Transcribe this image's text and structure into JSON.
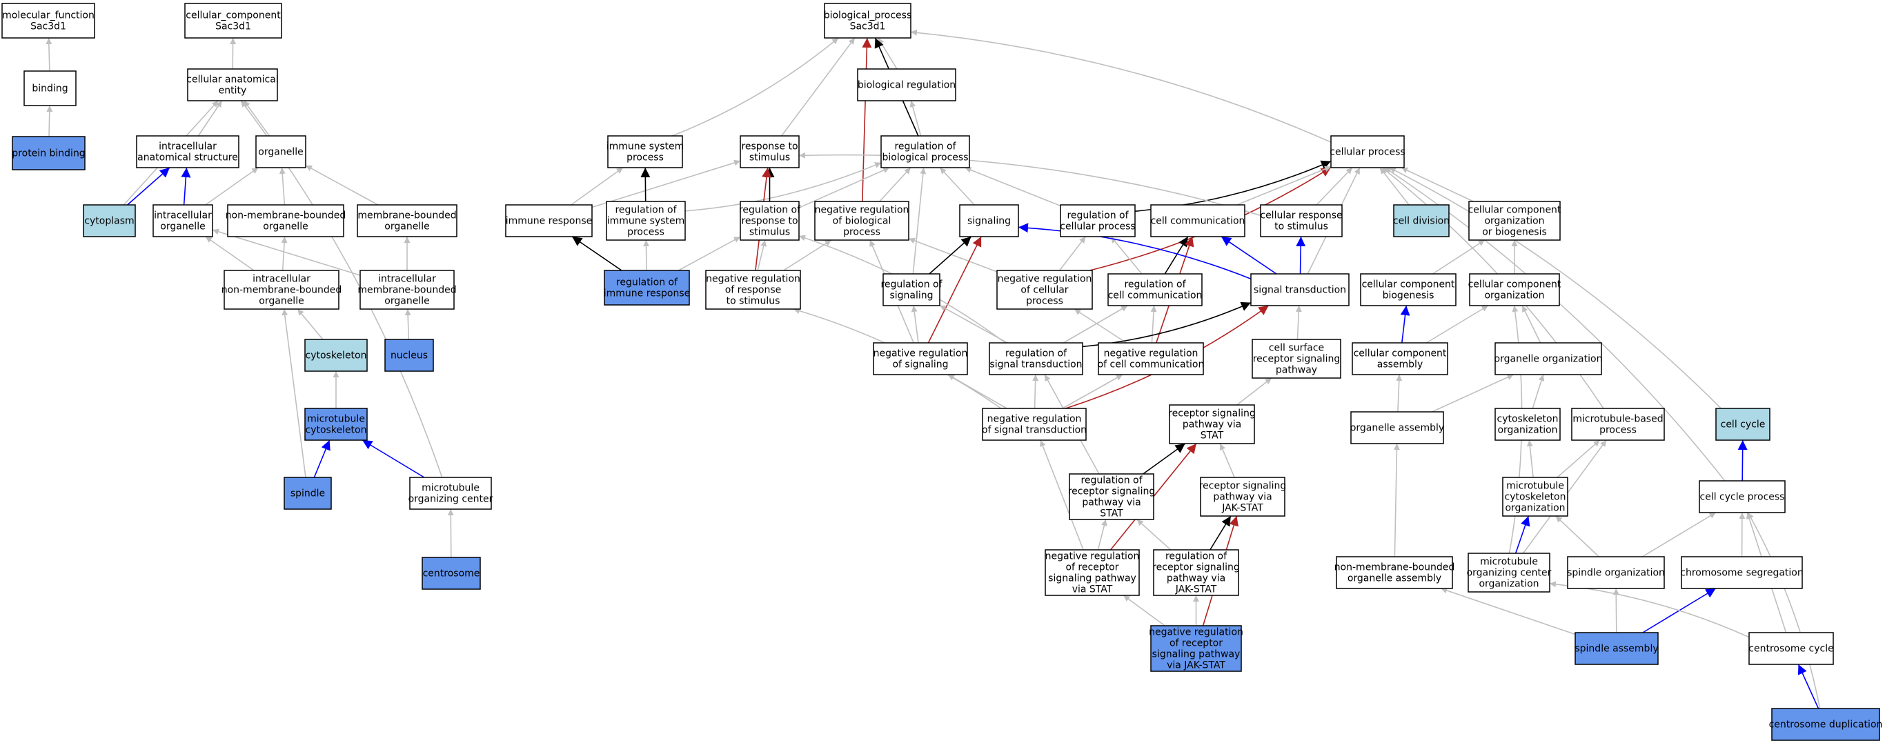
{
  "colors": {
    "plain": "#ffffff",
    "light": "#add8e6",
    "query": "#6495ed",
    "isa": "#bfbfbf",
    "part_of": "#0000ff",
    "regulates": "#000000",
    "neg_regulates": "#b22222"
  },
  "nodes": [
    {
      "id": "mf",
      "lines": [
        "molecular_function",
        "Sac3d1"
      ],
      "style": "plain"
    },
    {
      "id": "cc",
      "lines": [
        "cellular_component",
        "Sac3d1"
      ],
      "style": "plain"
    },
    {
      "id": "bp",
      "lines": [
        "biological_process",
        "Sac3d1"
      ],
      "style": "plain"
    },
    {
      "id": "binding",
      "lines": [
        "binding"
      ],
      "style": "plain"
    },
    {
      "id": "protbind",
      "lines": [
        "protein binding"
      ],
      "style": "query"
    },
    {
      "id": "cae",
      "lines": [
        "cellular anatomical",
        "entity"
      ],
      "style": "plain"
    },
    {
      "id": "ias",
      "lines": [
        "intracellular",
        "anatomical structure"
      ],
      "style": "plain"
    },
    {
      "id": "organelle",
      "lines": [
        "organelle"
      ],
      "style": "plain"
    },
    {
      "id": "cytoplasm",
      "lines": [
        "cytoplasm"
      ],
      "style": "light"
    },
    {
      "id": "icorg",
      "lines": [
        "intracellular",
        "organelle"
      ],
      "style": "plain"
    },
    {
      "id": "nmbo",
      "lines": [
        "non-membrane-bounded",
        "organelle"
      ],
      "style": "plain"
    },
    {
      "id": "mbo",
      "lines": [
        "membrane-bounded",
        "organelle"
      ],
      "style": "plain"
    },
    {
      "id": "inmbo",
      "lines": [
        "intracellular",
        "non-membrane-bounded",
        "organelle"
      ],
      "style": "plain"
    },
    {
      "id": "imbo",
      "lines": [
        "intracellular",
        "membrane-bounded",
        "organelle"
      ],
      "style": "plain"
    },
    {
      "id": "cytoskeleton",
      "lines": [
        "cytoskeleton"
      ],
      "style": "light"
    },
    {
      "id": "nucleus",
      "lines": [
        "nucleus"
      ],
      "style": "query"
    },
    {
      "id": "mtcsk",
      "lines": [
        "microtubule",
        "cytoskeleton"
      ],
      "style": "query"
    },
    {
      "id": "spindle",
      "lines": [
        "spindle"
      ],
      "style": "query"
    },
    {
      "id": "mtoc",
      "lines": [
        "microtubule",
        "organizing center"
      ],
      "style": "plain"
    },
    {
      "id": "centrosome",
      "lines": [
        "centrosome"
      ],
      "style": "query"
    },
    {
      "id": "bioreg",
      "lines": [
        "biological regulation"
      ],
      "style": "plain"
    },
    {
      "id": "isp",
      "lines": [
        "immune system",
        "process"
      ],
      "style": "plain"
    },
    {
      "id": "rts",
      "lines": [
        "response to",
        "stimulus"
      ],
      "style": "plain"
    },
    {
      "id": "rbp",
      "lines": [
        "regulation of",
        "biological process"
      ],
      "style": "plain"
    },
    {
      "id": "cellproc",
      "lines": [
        "cellular process"
      ],
      "style": "plain"
    },
    {
      "id": "immresp",
      "lines": [
        "immune response"
      ],
      "style": "plain"
    },
    {
      "id": "risp",
      "lines": [
        "regulation of",
        "immune system",
        "process"
      ],
      "style": "plain"
    },
    {
      "id": "rrts",
      "lines": [
        "regulation of",
        "response to",
        "stimulus"
      ],
      "style": "plain"
    },
    {
      "id": "nrbp",
      "lines": [
        "negative regulation",
        "of biological",
        "process"
      ],
      "style": "plain"
    },
    {
      "id": "signaling",
      "lines": [
        "signaling"
      ],
      "style": "plain"
    },
    {
      "id": "rcp",
      "lines": [
        "regulation of",
        "cellular process"
      ],
      "style": "plain"
    },
    {
      "id": "cellcomm",
      "lines": [
        "cell communication"
      ],
      "style": "plain"
    },
    {
      "id": "crts",
      "lines": [
        "cellular response",
        "to stimulus"
      ],
      "style": "plain"
    },
    {
      "id": "celldiv",
      "lines": [
        "cell division"
      ],
      "style": "light"
    },
    {
      "id": "ccob",
      "lines": [
        "cellular component",
        "organization",
        "or biogenesis"
      ],
      "style": "plain"
    },
    {
      "id": "rir",
      "lines": [
        "regulation of",
        "immune response"
      ],
      "style": "query"
    },
    {
      "id": "nrrts",
      "lines": [
        "negative regulation",
        "of response",
        "to stimulus"
      ],
      "style": "plain"
    },
    {
      "id": "rsig",
      "lines": [
        "regulation of",
        "signaling"
      ],
      "style": "plain"
    },
    {
      "id": "nrcp",
      "lines": [
        "negative regulation",
        "of cellular",
        "process"
      ],
      "style": "plain"
    },
    {
      "id": "rcc",
      "lines": [
        "regulation of",
        "cell communication"
      ],
      "style": "plain"
    },
    {
      "id": "sigtrans",
      "lines": [
        "signal transduction"
      ],
      "style": "plain"
    },
    {
      "id": "ccbio",
      "lines": [
        "cellular component",
        "biogenesis"
      ],
      "style": "plain"
    },
    {
      "id": "ccorg",
      "lines": [
        "cellular component",
        "organization"
      ],
      "style": "plain"
    },
    {
      "id": "nrsig",
      "lines": [
        "negative regulation",
        "of signaling"
      ],
      "style": "plain"
    },
    {
      "id": "rst",
      "lines": [
        "regulation of",
        "signal transduction"
      ],
      "style": "plain"
    },
    {
      "id": "nrcc",
      "lines": [
        "negative regulation",
        "of cell communication"
      ],
      "style": "plain"
    },
    {
      "id": "csrsp",
      "lines": [
        "cell surface",
        "receptor signaling",
        "pathway"
      ],
      "style": "plain"
    },
    {
      "id": "ccassembly",
      "lines": [
        "cellular component",
        "assembly"
      ],
      "style": "plain"
    },
    {
      "id": "orgorg",
      "lines": [
        "organelle organization"
      ],
      "style": "plain"
    },
    {
      "id": "nrst",
      "lines": [
        "negative regulation",
        "of signal transduction"
      ],
      "style": "plain"
    },
    {
      "id": "rspstat",
      "lines": [
        "receptor signaling",
        "pathway via",
        "STAT"
      ],
      "style": "plain"
    },
    {
      "id": "orgasm",
      "lines": [
        "organelle assembly"
      ],
      "style": "plain"
    },
    {
      "id": "cskorg",
      "lines": [
        "cytoskeleton",
        "organization"
      ],
      "style": "plain"
    },
    {
      "id": "mtbp",
      "lines": [
        "microtubule-based",
        "process"
      ],
      "style": "plain"
    },
    {
      "id": "cellcycle",
      "lines": [
        "cell cycle"
      ],
      "style": "light"
    },
    {
      "id": "rrspstat",
      "lines": [
        "regulation of",
        "receptor signaling",
        "pathway via",
        "STAT"
      ],
      "style": "plain"
    },
    {
      "id": "rspjak",
      "lines": [
        "receptor signaling",
        "pathway via",
        "JAK-STAT"
      ],
      "style": "plain"
    },
    {
      "id": "mtcskorg",
      "lines": [
        "microtubule",
        "cytoskeleton",
        "organization"
      ],
      "style": "plain"
    },
    {
      "id": "ccproc",
      "lines": [
        "cell cycle process"
      ],
      "style": "plain"
    },
    {
      "id": "nrrspstat",
      "lines": [
        "negative regulation",
        "of receptor",
        "signaling pathway",
        "via STAT"
      ],
      "style": "plain"
    },
    {
      "id": "rrspjak",
      "lines": [
        "regulation of",
        "receptor signaling",
        "pathway via",
        "JAK-STAT"
      ],
      "style": "plain"
    },
    {
      "id": "nmboa",
      "lines": [
        "non-membrane-bounded",
        "organelle assembly"
      ],
      "style": "plain"
    },
    {
      "id": "mtocorg",
      "lines": [
        "microtubule",
        "organizing center",
        "organization"
      ],
      "style": "plain"
    },
    {
      "id": "spindleorg",
      "lines": [
        "spindle organization"
      ],
      "style": "plain"
    },
    {
      "id": "chromseg",
      "lines": [
        "chromosome segregation"
      ],
      "style": "plain"
    },
    {
      "id": "nrrspjak",
      "lines": [
        "negative regulation",
        "of receptor",
        "signaling pathway",
        "via JAK-STAT"
      ],
      "style": "query"
    },
    {
      "id": "spindleasm",
      "lines": [
        "spindle assembly"
      ],
      "style": "query"
    },
    {
      "id": "centcycle",
      "lines": [
        "centrosome cycle"
      ],
      "style": "plain"
    },
    {
      "id": "centdup",
      "lines": [
        "centrosome duplication"
      ],
      "style": "query"
    }
  ],
  "edges": [
    [
      "binding",
      "mf",
      "isa"
    ],
    [
      "protbind",
      "binding",
      "isa"
    ],
    [
      "cae",
      "cc",
      "isa"
    ],
    [
      "ias",
      "cae",
      "isa"
    ],
    [
      "organelle",
      "cae",
      "isa"
    ],
    [
      "cytoplasm",
      "cae",
      "isa"
    ],
    [
      "mtoc",
      "cae",
      "isa"
    ],
    [
      "cytoplasm",
      "ias",
      "part_of"
    ],
    [
      "icorg",
      "ias",
      "part_of"
    ],
    [
      "icorg",
      "organelle",
      "isa"
    ],
    [
      "nmbo",
      "organelle",
      "isa"
    ],
    [
      "mbo",
      "organelle",
      "isa"
    ],
    [
      "inmbo",
      "icorg",
      "isa"
    ],
    [
      "inmbo",
      "nmbo",
      "isa"
    ],
    [
      "imbo",
      "icorg",
      "isa"
    ],
    [
      "imbo",
      "mbo",
      "isa"
    ],
    [
      "cytoskeleton",
      "inmbo",
      "isa"
    ],
    [
      "nucleus",
      "imbo",
      "isa"
    ],
    [
      "mtcsk",
      "cytoskeleton",
      "isa"
    ],
    [
      "spindle",
      "inmbo",
      "isa"
    ],
    [
      "spindle",
      "mtcsk",
      "part_of"
    ],
    [
      "mtoc",
      "mtcsk",
      "part_of"
    ],
    [
      "centrosome",
      "mtoc",
      "isa"
    ],
    [
      "bioreg",
      "bp",
      "isa"
    ],
    [
      "isp",
      "bp",
      "isa"
    ],
    [
      "rts",
      "bp",
      "isa"
    ],
    [
      "cellproc",
      "bp",
      "isa"
    ],
    [
      "rbp",
      "bioreg",
      "isa"
    ],
    [
      "rbp",
      "bp",
      "regulates"
    ],
    [
      "nrbp",
      "bp",
      "neg_regulates"
    ],
    [
      "immresp",
      "isp",
      "isa"
    ],
    [
      "immresp",
      "rts",
      "isa"
    ],
    [
      "risp",
      "isp",
      "regulates"
    ],
    [
      "risp",
      "rbp",
      "isa"
    ],
    [
      "rrts",
      "rts",
      "regulates"
    ],
    [
      "rrts",
      "rbp",
      "isa"
    ],
    [
      "nrrts",
      "rts",
      "neg_regulates"
    ],
    [
      "nrrts",
      "rrts",
      "isa"
    ],
    [
      "nrrts",
      "nrbp",
      "isa"
    ],
    [
      "nrbp",
      "rbp",
      "isa"
    ],
    [
      "rir",
      "immresp",
      "regulates"
    ],
    [
      "rir",
      "risp",
      "isa"
    ],
    [
      "rir",
      "rrts",
      "isa"
    ],
    [
      "rcp",
      "rbp",
      "isa"
    ],
    [
      "rcp",
      "cellproc",
      "regulates"
    ],
    [
      "nrcp",
      "cellproc",
      "neg_regulates"
    ],
    [
      "nrcp",
      "rcp",
      "isa"
    ],
    [
      "nrcp",
      "nrbp",
      "isa"
    ],
    [
      "signaling",
      "rbp",
      "isa"
    ],
    [
      "cellcomm",
      "cellproc",
      "isa"
    ],
    [
      "crts",
      "cellproc",
      "isa"
    ],
    [
      "crts",
      "rts",
      "isa"
    ],
    [
      "celldiv",
      "cellproc",
      "isa"
    ],
    [
      "ccob",
      "cellproc",
      "isa"
    ],
    [
      "rsig",
      "signaling",
      "regulates"
    ],
    [
      "rsig",
      "rbp",
      "isa"
    ],
    [
      "nrsig",
      "signaling",
      "neg_regulates"
    ],
    [
      "nrsig",
      "rsig",
      "isa"
    ],
    [
      "nrsig",
      "nrbp",
      "isa"
    ],
    [
      "rcc",
      "cellcomm",
      "regulates"
    ],
    [
      "rcc",
      "rcp",
      "isa"
    ],
    [
      "nrcc",
      "cellcomm",
      "neg_regulates"
    ],
    [
      "nrcc",
      "rcc",
      "isa"
    ],
    [
      "nrcc",
      "nrcp",
      "isa"
    ],
    [
      "sigtrans",
      "signaling",
      "part_of"
    ],
    [
      "sigtrans",
      "cellcomm",
      "part_of"
    ],
    [
      "sigtrans",
      "crts",
      "part_of"
    ],
    [
      "sigtrans",
      "cellproc",
      "isa"
    ],
    [
      "rst",
      "sigtrans",
      "regulates"
    ],
    [
      "rst",
      "rsig",
      "isa"
    ],
    [
      "rst",
      "rcc",
      "isa"
    ],
    [
      "rst",
      "rrts",
      "isa"
    ],
    [
      "nrst",
      "sigtrans",
      "neg_regulates"
    ],
    [
      "nrst",
      "rst",
      "isa"
    ],
    [
      "nrst",
      "nrsig",
      "isa"
    ],
    [
      "nrst",
      "nrcc",
      "isa"
    ],
    [
      "nrst",
      "nrrts",
      "isa"
    ],
    [
      "csrsp",
      "sigtrans",
      "isa"
    ],
    [
      "rspstat",
      "csrsp",
      "isa"
    ],
    [
      "rspjak",
      "rspstat",
      "isa"
    ],
    [
      "rrspstat",
      "rspstat",
      "regulates"
    ],
    [
      "rrspstat",
      "rst",
      "isa"
    ],
    [
      "nrrspstat",
      "rspstat",
      "neg_regulates"
    ],
    [
      "nrrspstat",
      "rrspstat",
      "isa"
    ],
    [
      "nrrspstat",
      "nrst",
      "isa"
    ],
    [
      "rrspjak",
      "rspjak",
      "regulates"
    ],
    [
      "rrspjak",
      "rrspstat",
      "isa"
    ],
    [
      "nrrspjak",
      "rspjak",
      "neg_regulates"
    ],
    [
      "nrrspjak",
      "rrspjak",
      "isa"
    ],
    [
      "nrrspjak",
      "nrrspstat",
      "isa"
    ],
    [
      "ccbio",
      "ccob",
      "isa"
    ],
    [
      "ccorg",
      "ccob",
      "isa"
    ],
    [
      "ccassembly",
      "ccbio",
      "part_of"
    ],
    [
      "ccassembly",
      "ccorg",
      "isa"
    ],
    [
      "orgorg",
      "ccorg",
      "isa"
    ],
    [
      "orgasm",
      "orgorg",
      "isa"
    ],
    [
      "orgasm",
      "ccassembly",
      "isa"
    ],
    [
      "cskorg",
      "orgorg",
      "isa"
    ],
    [
      "mtbp",
      "cellproc",
      "isa"
    ],
    [
      "mtcskorg",
      "cskorg",
      "isa"
    ],
    [
      "mtcskorg",
      "mtbp",
      "isa"
    ],
    [
      "cellcycle",
      "cellproc",
      "isa"
    ],
    [
      "ccproc",
      "cellcycle",
      "part_of"
    ],
    [
      "ccproc",
      "cellproc",
      "isa"
    ],
    [
      "nmboa",
      "orgasm",
      "isa"
    ],
    [
      "mtocorg",
      "mtcskorg",
      "part_of"
    ],
    [
      "mtocorg",
      "ccorg",
      "isa"
    ],
    [
      "mtocorg",
      "mtbp",
      "isa"
    ],
    [
      "spindleorg",
      "mtcskorg",
      "isa"
    ],
    [
      "spindleorg",
      "ccproc",
      "isa"
    ],
    [
      "chromseg",
      "ccproc",
      "isa"
    ],
    [
      "spindleasm",
      "spindleorg",
      "isa"
    ],
    [
      "spindleasm",
      "nmboa",
      "isa"
    ],
    [
      "spindleasm",
      "chromseg",
      "part_of"
    ],
    [
      "centcycle",
      "mtocorg",
      "isa"
    ],
    [
      "centcycle",
      "ccproc",
      "isa"
    ],
    [
      "centdup",
      "centcycle",
      "part_of"
    ],
    [
      "centdup",
      "ccproc",
      "isa"
    ]
  ]
}
